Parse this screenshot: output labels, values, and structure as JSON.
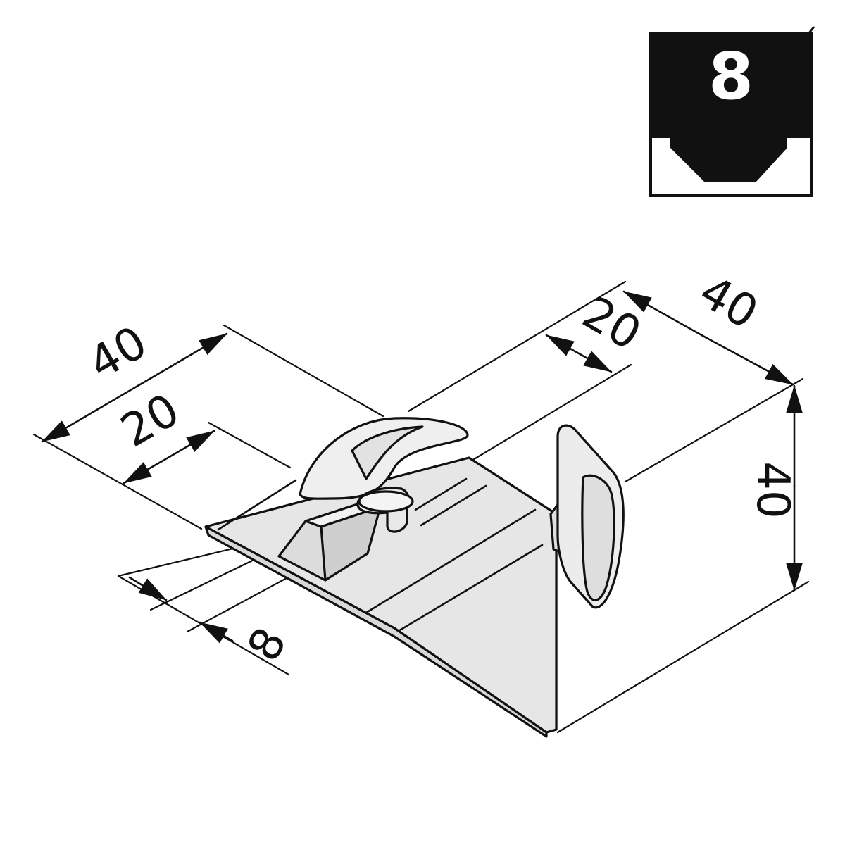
{
  "badge": {
    "slot_size": "8",
    "background_color": "#111111",
    "text_color": "#ffffff"
  },
  "dimensions": {
    "left_outer_width": "40",
    "left_inner_width": "20",
    "right_outer_width": "40",
    "right_inner_width": "20",
    "height": "40",
    "slot_width": "8"
  },
  "colors": {
    "part_fill": "#e6e6e6",
    "part_fill_light": "#f0f0f0",
    "line": "#111111"
  }
}
